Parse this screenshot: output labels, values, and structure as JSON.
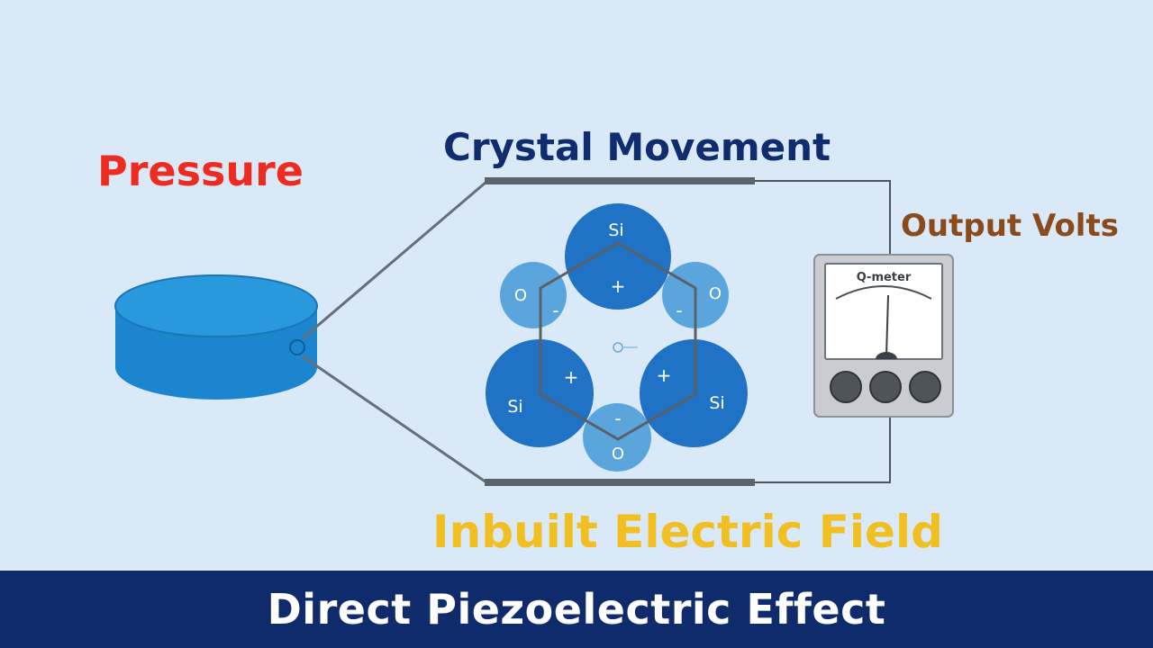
{
  "labels": {
    "pressure": "Pressure",
    "crystal_movement": "Crystal Movement",
    "output_volts": "Output Volts",
    "inbuilt_field": "Inbuilt Electric Field"
  },
  "meter": {
    "name": "Q-meter"
  },
  "atoms": {
    "si": "Si",
    "o": "O",
    "plus": "+",
    "minus": "-"
  },
  "banner": {
    "title": "Direct Piezoelectric Effect"
  },
  "colors": {
    "pressure_red": "#ee2b1f",
    "crystal_navy": "#0e2c6e",
    "output_brown": "#8a4a1c",
    "field_yellow": "#f2bf22",
    "si_blue": "#1f72c4",
    "o_blue": "#5aa6dc",
    "disk_blue": "#1f8ed6",
    "banner_navy": "#0f2b6b"
  }
}
